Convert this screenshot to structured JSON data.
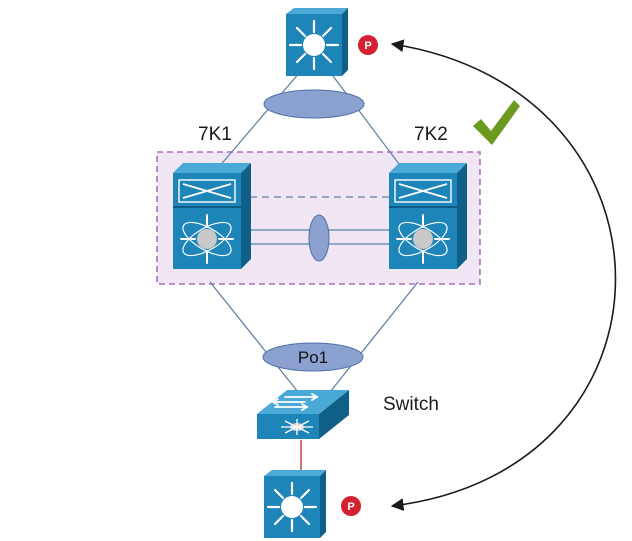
{
  "labels": {
    "left_core": "7K1",
    "right_core": "7K2",
    "port_channel": "Po1",
    "access_switch": "Switch",
    "badge_top": "P",
    "badge_bottom": "P"
  },
  "colors": {
    "device_blue": "#1d85b8",
    "device_dark": "#0f5f86",
    "device_light": "#4aa9d6",
    "link_line": "#5b7fa6",
    "port_channel_fill": "#8ba2d0",
    "vpc_domain_fill": "#f1e6f3",
    "vpc_domain_border": "#b06cc0",
    "badge_red": "#d32131",
    "check_green": "#6c9a1f",
    "host_link_red": "#c0392b",
    "arc_stroke": "#1a1a1a"
  },
  "icons": {
    "top_router": "router-icon",
    "left_core": "nexus-7000-icon",
    "right_core": "nexus-7000-icon",
    "access_switch": "layer2-switch-icon",
    "bottom_router": "router-icon",
    "checkmark": "checkmark-icon"
  }
}
